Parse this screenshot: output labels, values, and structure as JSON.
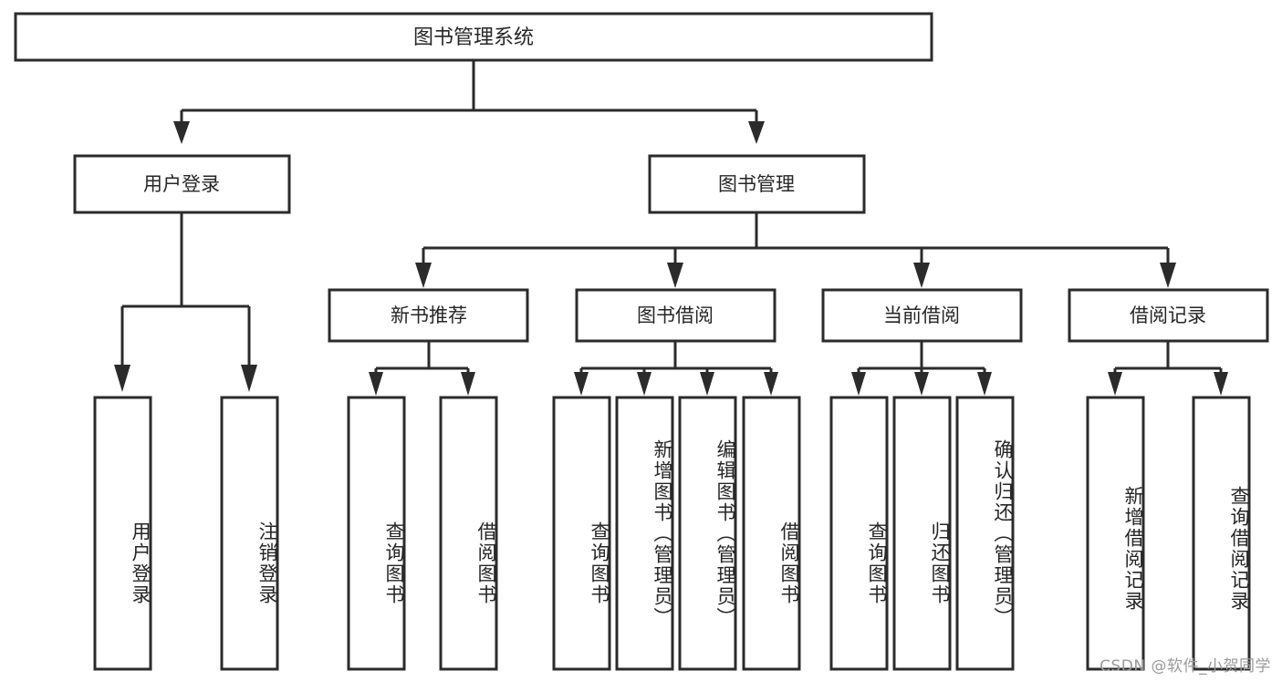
{
  "diagram": {
    "type": "tree-hierarchy",
    "orientation": "top-down",
    "title_node": {
      "id": "root",
      "label": "图书管理系统"
    },
    "level1": [
      {
        "id": "login",
        "label": "用户登录"
      },
      {
        "id": "bookmgmt",
        "label": "图书管理"
      }
    ],
    "level2": [
      {
        "id": "recommend",
        "label": "新书推荐",
        "parent": "bookmgmt"
      },
      {
        "id": "borrow",
        "label": "图书借阅",
        "parent": "bookmgmt"
      },
      {
        "id": "current",
        "label": "当前借阅",
        "parent": "bookmgmt"
      },
      {
        "id": "records",
        "label": "借阅记录",
        "parent": "bookmgmt"
      }
    ],
    "leaves": [
      {
        "id": "leaf-1",
        "label": "用户登录",
        "parent": "login"
      },
      {
        "id": "leaf-2",
        "label": "注销登录",
        "parent": "login"
      },
      {
        "id": "leaf-3",
        "label": "查询图书",
        "parent": "recommend"
      },
      {
        "id": "leaf-4",
        "label": "借阅图书",
        "parent": "recommend"
      },
      {
        "id": "leaf-5",
        "label": "查询图书",
        "parent": "borrow"
      },
      {
        "id": "leaf-6",
        "label": "新增图书（管理员）",
        "parent": "borrow"
      },
      {
        "id": "leaf-7",
        "label": "编辑图书（管理员）",
        "parent": "borrow"
      },
      {
        "id": "leaf-8",
        "label": "借阅图书",
        "parent": "borrow"
      },
      {
        "id": "leaf-9",
        "label": "查询图书",
        "parent": "current"
      },
      {
        "id": "leaf-10",
        "label": "归还图书",
        "parent": "current"
      },
      {
        "id": "leaf-11",
        "label": "确认归还（管理员）",
        "parent": "current"
      },
      {
        "id": "leaf-12",
        "label": "新增借阅记录",
        "parent": "records"
      },
      {
        "id": "leaf-13",
        "label": "查询借阅记录",
        "parent": "records"
      }
    ],
    "colors": {
      "box_stroke": "#2b2b2b",
      "box_fill": "#ffffff",
      "text": "#262626",
      "background": "#ffffff",
      "watermark": "#9a9a9a"
    }
  },
  "watermark": {
    "text": "CSDN @软件_小贺同学"
  }
}
